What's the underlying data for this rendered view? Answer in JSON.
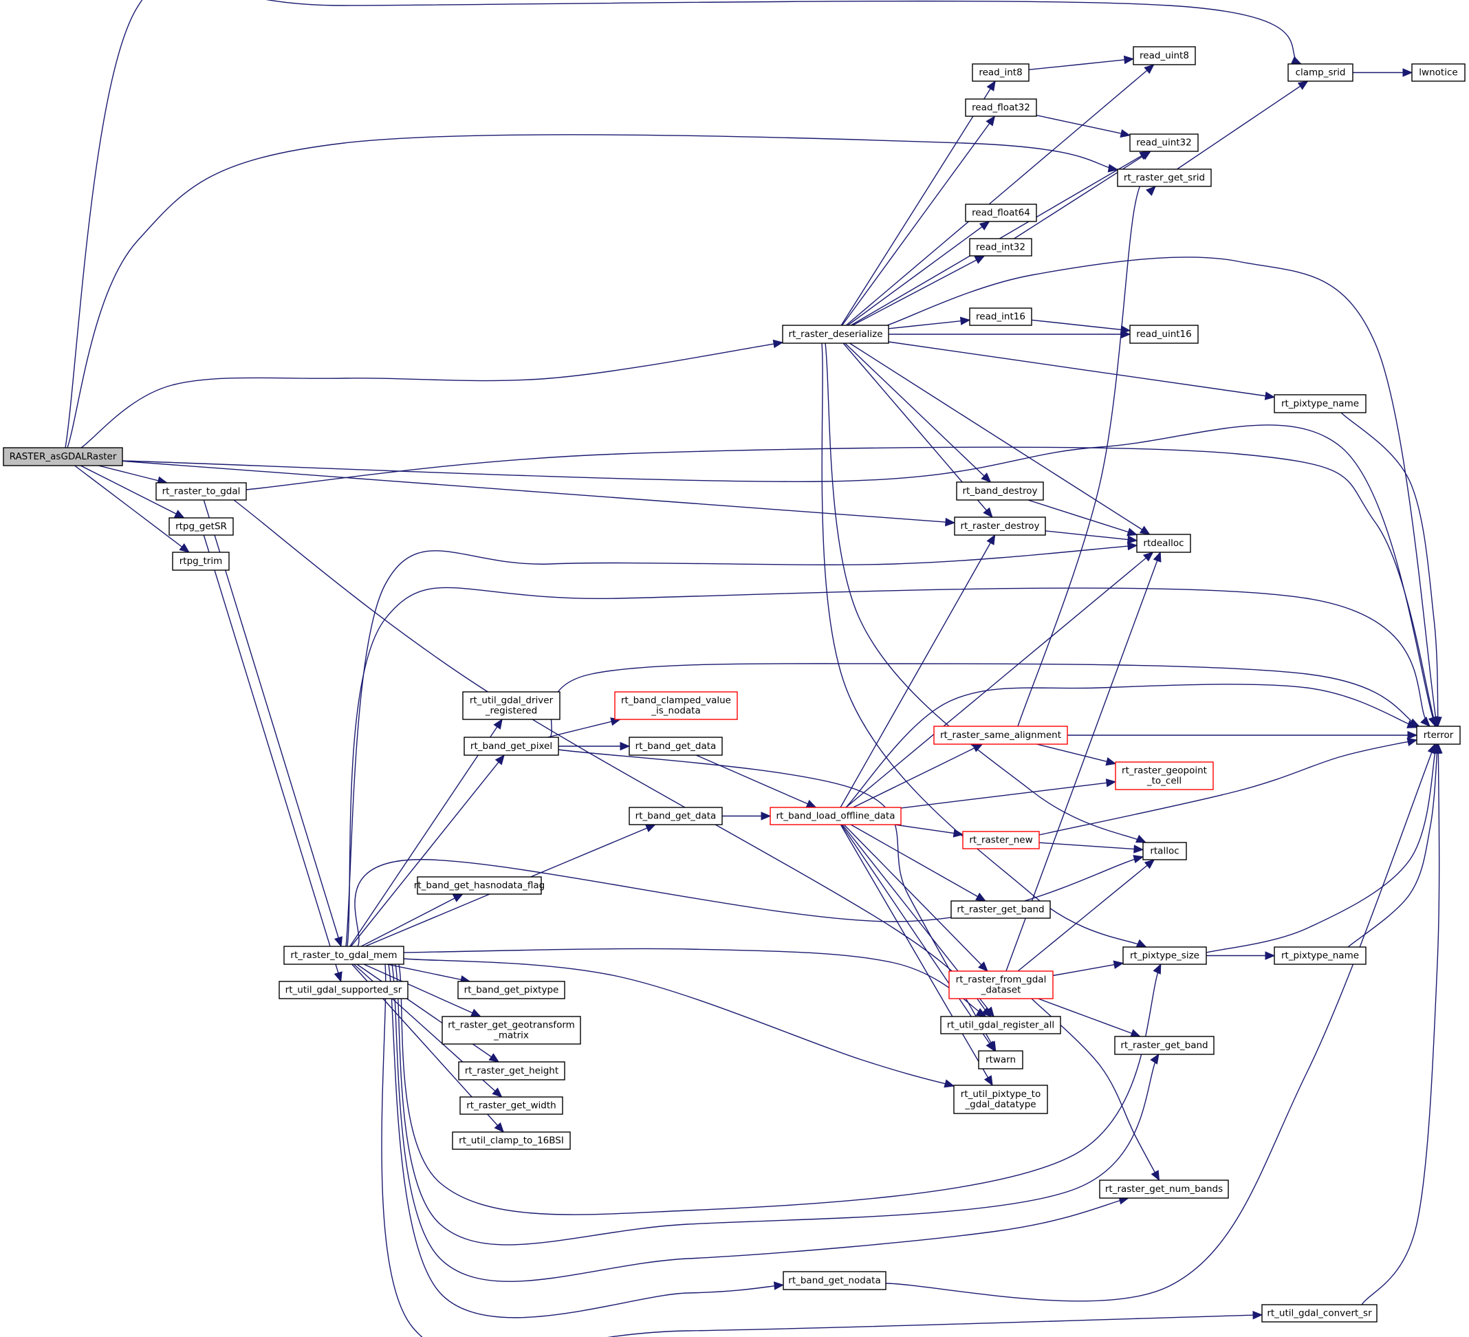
{
  "title": "Call graph for RASTER_asGDALRaster",
  "colors": {
    "edge": "#191970",
    "root_fill": "#bfbfbf",
    "node_border": "#000000",
    "truncated_border": "#ff0000"
  },
  "nodes": [
    {
      "id": "RASTER_asGDALRaster",
      "label": [
        "RASTER_asGDALRaster"
      ],
      "kind": "root"
    },
    {
      "id": "rt_raster_to_gdal",
      "label": [
        "rt_raster_to_gdal"
      ],
      "kind": "normal"
    },
    {
      "id": "rtpg_getSR",
      "label": [
        "rtpg_getSR"
      ],
      "kind": "normal"
    },
    {
      "id": "rtpg_trim",
      "label": [
        "rtpg_trim"
      ],
      "kind": "normal"
    },
    {
      "id": "clamp_srid",
      "label": [
        "clamp_srid"
      ],
      "kind": "normal"
    },
    {
      "id": "lwnotice",
      "label": [
        "lwnotice"
      ],
      "kind": "normal"
    },
    {
      "id": "rt_raster_get_srid",
      "label": [
        "rt_raster_get_srid"
      ],
      "kind": "normal"
    },
    {
      "id": "rt_raster_deserialize",
      "label": [
        "rt_raster_deserialize"
      ],
      "kind": "normal"
    },
    {
      "id": "read_uint8",
      "label": [
        "read_uint8"
      ],
      "kind": "normal"
    },
    {
      "id": "read_int8",
      "label": [
        "read_int8"
      ],
      "kind": "normal"
    },
    {
      "id": "read_float32",
      "label": [
        "read_float32"
      ],
      "kind": "normal"
    },
    {
      "id": "read_uint32",
      "label": [
        "read_uint32"
      ],
      "kind": "normal"
    },
    {
      "id": "read_float64",
      "label": [
        "read_float64"
      ],
      "kind": "normal"
    },
    {
      "id": "read_int32",
      "label": [
        "read_int32"
      ],
      "kind": "normal"
    },
    {
      "id": "read_int16",
      "label": [
        "read_int16"
      ],
      "kind": "normal"
    },
    {
      "id": "read_uint16",
      "label": [
        "read_uint16"
      ],
      "kind": "normal"
    },
    {
      "id": "rt_pixtype_name_top",
      "label": [
        "rt_pixtype_name"
      ],
      "kind": "normal"
    },
    {
      "id": "rt_band_destroy",
      "label": [
        "rt_band_destroy"
      ],
      "kind": "normal"
    },
    {
      "id": "rt_raster_destroy",
      "label": [
        "rt_raster_destroy"
      ],
      "kind": "normal"
    },
    {
      "id": "rtdealloc",
      "label": [
        "rtdealloc"
      ],
      "kind": "normal"
    },
    {
      "id": "rterror",
      "label": [
        "rterror"
      ],
      "kind": "normal"
    },
    {
      "id": "rt_util_gdal_driver_registered",
      "label": [
        "rt_util_gdal_driver",
        "_registered"
      ],
      "kind": "normal"
    },
    {
      "id": "rt_band_clamped_value_is_nodata",
      "label": [
        "rt_band_clamped_value",
        "_is_nodata"
      ],
      "kind": "red"
    },
    {
      "id": "rt_band_get_pixel",
      "label": [
        "rt_band_get_pixel"
      ],
      "kind": "normal"
    },
    {
      "id": "rt_band_get_data_a",
      "label": [
        "rt_band_get_data"
      ],
      "kind": "normal"
    },
    {
      "id": "rt_band_get_data_b",
      "label": [
        "rt_band_get_data"
      ],
      "kind": "normal"
    },
    {
      "id": "rt_band_load_offline_data",
      "label": [
        "rt_band_load_offline_data"
      ],
      "kind": "red"
    },
    {
      "id": "rt_raster_same_alignment",
      "label": [
        "rt_raster_same_alignment"
      ],
      "kind": "red"
    },
    {
      "id": "rt_raster_geopoint_to_cell",
      "label": [
        "rt_raster_geopoint",
        "_to_cell"
      ],
      "kind": "red"
    },
    {
      "id": "rt_raster_new",
      "label": [
        "rt_raster_new"
      ],
      "kind": "red"
    },
    {
      "id": "rtalloc",
      "label": [
        "rtalloc"
      ],
      "kind": "normal"
    },
    {
      "id": "rt_band_get_hasnodata_flag",
      "label": [
        "rt_band_get_hasnodata_flag"
      ],
      "kind": "normal"
    },
    {
      "id": "rt_raster_get_band_a",
      "label": [
        "rt_raster_get_band"
      ],
      "kind": "normal"
    },
    {
      "id": "rt_raster_to_gdal_mem",
      "label": [
        "rt_raster_to_gdal_mem"
      ],
      "kind": "normal"
    },
    {
      "id": "rt_util_gdal_supported_sr",
      "label": [
        "rt_util_gdal_supported_sr"
      ],
      "kind": "normal"
    },
    {
      "id": "rt_band_get_pixtype",
      "label": [
        "rt_band_get_pixtype"
      ],
      "kind": "normal"
    },
    {
      "id": "rt_raster_get_geotransform_matrix",
      "label": [
        "rt_raster_get_geotransform",
        "_matrix"
      ],
      "kind": "normal"
    },
    {
      "id": "rt_raster_get_height",
      "label": [
        "rt_raster_get_height"
      ],
      "kind": "normal"
    },
    {
      "id": "rt_raster_get_width",
      "label": [
        "rt_raster_get_width"
      ],
      "kind": "normal"
    },
    {
      "id": "rt_util_clamp_to_16BSI",
      "label": [
        "rt_util_clamp_to_16BSI"
      ],
      "kind": "normal"
    },
    {
      "id": "rt_raster_from_gdal_dataset",
      "label": [
        "rt_raster_from_gdal",
        "_dataset"
      ],
      "kind": "red"
    },
    {
      "id": "rt_util_gdal_register_all",
      "label": [
        "rt_util_gdal_register_all"
      ],
      "kind": "normal"
    },
    {
      "id": "rtwarn",
      "label": [
        "rtwarn"
      ],
      "kind": "normal"
    },
    {
      "id": "rt_util_pixtype_to_gdal_datatype",
      "label": [
        "rt_util_pixtype_to",
        "_gdal_datatype"
      ],
      "kind": "normal"
    },
    {
      "id": "rt_pixtype_size",
      "label": [
        "rt_pixtype_size"
      ],
      "kind": "normal"
    },
    {
      "id": "rt_pixtype_name_bottom",
      "label": [
        "rt_pixtype_name"
      ],
      "kind": "normal"
    },
    {
      "id": "rt_raster_get_band_b",
      "label": [
        "rt_raster_get_band"
      ],
      "kind": "normal"
    },
    {
      "id": "rt_raster_get_num_bands",
      "label": [
        "rt_raster_get_num_bands"
      ],
      "kind": "normal"
    },
    {
      "id": "rt_band_get_nodata",
      "label": [
        "rt_band_get_nodata"
      ],
      "kind": "normal"
    },
    {
      "id": "rt_util_gdal_convert_sr",
      "label": [
        "rt_util_gdal_convert_sr"
      ],
      "kind": "normal"
    }
  ],
  "edges": [
    [
      "RASTER_asGDALRaster",
      "clamp_srid"
    ],
    [
      "RASTER_asGDALRaster",
      "rt_raster_get_srid"
    ],
    [
      "RASTER_asGDALRaster",
      "rt_raster_deserialize"
    ],
    [
      "RASTER_asGDALRaster",
      "rterror"
    ],
    [
      "RASTER_asGDALRaster",
      "rt_raster_destroy"
    ],
    [
      "RASTER_asGDALRaster",
      "rt_raster_to_gdal"
    ],
    [
      "RASTER_asGDALRaster",
      "rtpg_getSR"
    ],
    [
      "RASTER_asGDALRaster",
      "rtpg_trim"
    ],
    [
      "clamp_srid",
      "lwnotice"
    ],
    [
      "rt_raster_get_srid",
      "clamp_srid"
    ],
    [
      "read_int8",
      "read_uint8"
    ],
    [
      "read_float32",
      "read_uint32"
    ],
    [
      "read_int32",
      "read_uint32"
    ],
    [
      "read_int16",
      "read_uint16"
    ],
    [
      "rt_raster_deserialize",
      "read_uint8"
    ],
    [
      "rt_raster_deserialize",
      "read_int8"
    ],
    [
      "rt_raster_deserialize",
      "read_float32"
    ],
    [
      "rt_raster_deserialize",
      "read_uint32"
    ],
    [
      "rt_raster_deserialize",
      "read_float64"
    ],
    [
      "rt_raster_deserialize",
      "read_int32"
    ],
    [
      "rt_raster_deserialize",
      "read_int16"
    ],
    [
      "rt_raster_deserialize",
      "read_uint16"
    ],
    [
      "rt_raster_deserialize",
      "rterror"
    ],
    [
      "rt_raster_deserialize",
      "rt_pixtype_name_top"
    ],
    [
      "rt_raster_deserialize",
      "rt_band_destroy"
    ],
    [
      "rt_raster_deserialize",
      "rt_raster_destroy"
    ],
    [
      "rt_raster_deserialize",
      "rtdealloc"
    ],
    [
      "rt_raster_deserialize",
      "rtalloc"
    ],
    [
      "rt_raster_deserialize",
      "rt_pixtype_size"
    ],
    [
      "rt_pixtype_name_top",
      "rterror"
    ],
    [
      "rt_band_destroy",
      "rtdealloc"
    ],
    [
      "rt_raster_destroy",
      "rtdealloc"
    ],
    [
      "rt_raster_to_gdal",
      "rterror"
    ],
    [
      "rt_raster_to_gdal",
      "rt_raster_to_gdal_mem"
    ],
    [
      "rt_raster_to_gdal",
      "rt_util_gdal_register_all"
    ],
    [
      "rtpg_getSR",
      "rt_util_gdal_supported_sr"
    ],
    [
      "rt_raster_to_gdal_mem",
      "rtdealloc"
    ],
    [
      "rt_raster_to_gdal_mem",
      "rterror"
    ],
    [
      "rt_raster_to_gdal_mem",
      "rt_util_gdal_driver_registered"
    ],
    [
      "rt_raster_to_gdal_mem",
      "rt_band_get_pixel"
    ],
    [
      "rt_raster_to_gdal_mem",
      "rt_band_get_data_b"
    ],
    [
      "rt_raster_to_gdal_mem",
      "rt_band_get_hasnodata_flag"
    ],
    [
      "rt_raster_to_gdal_mem",
      "rtalloc"
    ],
    [
      "rt_raster_to_gdal_mem",
      "rt_util_gdal_register_all"
    ],
    [
      "rt_raster_to_gdal_mem",
      "rt_util_pixtype_to_gdal_datatype"
    ],
    [
      "rt_raster_to_gdal_mem",
      "rt_band_get_pixtype"
    ],
    [
      "rt_raster_to_gdal_mem",
      "rt_raster_get_geotransform_matrix"
    ],
    [
      "rt_raster_to_gdal_mem",
      "rt_raster_get_height"
    ],
    [
      "rt_raster_to_gdal_mem",
      "rt_raster_get_width"
    ],
    [
      "rt_raster_to_gdal_mem",
      "rt_util_clamp_to_16BSI"
    ],
    [
      "rt_raster_to_gdal_mem",
      "rt_pixtype_size"
    ],
    [
      "rt_raster_to_gdal_mem",
      "rt_raster_get_band_b"
    ],
    [
      "rt_raster_to_gdal_mem",
      "rt_raster_get_num_bands"
    ],
    [
      "rt_raster_to_gdal_mem",
      "rt_band_get_nodata"
    ],
    [
      "rt_raster_to_gdal_mem",
      "rt_util_gdal_convert_sr"
    ],
    [
      "rt_band_get_pixel",
      "rterror"
    ],
    [
      "rt_band_get_pixel",
      "rt_band_clamped_value_is_nodata"
    ],
    [
      "rt_band_get_pixel",
      "rt_band_get_data_a"
    ],
    [
      "rt_band_get_pixel",
      "rtwarn"
    ],
    [
      "rt_band_get_data_a",
      "rt_band_load_offline_data"
    ],
    [
      "rt_band_get_data_b",
      "rt_band_load_offline_data"
    ],
    [
      "rt_band_load_offline_data",
      "rt_raster_destroy"
    ],
    [
      "rt_band_load_offline_data",
      "rtdealloc"
    ],
    [
      "rt_band_load_offline_data",
      "rterror"
    ],
    [
      "rt_band_load_offline_data",
      "rt_raster_same_alignment"
    ],
    [
      "rt_band_load_offline_data",
      "rt_raster_geopoint_to_cell"
    ],
    [
      "rt_band_load_offline_data",
      "rt_raster_new"
    ],
    [
      "rt_band_load_offline_data",
      "rt_raster_get_band_a"
    ],
    [
      "rt_band_load_offline_data",
      "rt_raster_from_gdal_dataset"
    ],
    [
      "rt_band_load_offline_data",
      "rt_util_gdal_register_all"
    ],
    [
      "rt_band_load_offline_data",
      "rtwarn"
    ],
    [
      "rt_band_load_offline_data",
      "rt_util_pixtype_to_gdal_datatype"
    ],
    [
      "rt_raster_same_alignment",
      "rt_raster_get_srid"
    ],
    [
      "rt_raster_same_alignment",
      "rterror"
    ],
    [
      "rt_raster_same_alignment",
      "rt_raster_geopoint_to_cell"
    ],
    [
      "rt_raster_new",
      "rterror"
    ],
    [
      "rt_raster_new",
      "rtalloc"
    ],
    [
      "rt_raster_from_gdal_dataset",
      "rtdealloc"
    ],
    [
      "rt_raster_from_gdal_dataset",
      "rtalloc"
    ],
    [
      "rt_raster_from_gdal_dataset",
      "rt_pixtype_size"
    ],
    [
      "rt_raster_from_gdal_dataset",
      "rt_raster_get_band_b"
    ],
    [
      "rt_raster_from_gdal_dataset",
      "rt_raster_get_num_bands"
    ],
    [
      "rt_pixtype_size",
      "rterror"
    ],
    [
      "rt_pixtype_size",
      "rt_pixtype_name_bottom"
    ],
    [
      "rt_pixtype_name_bottom",
      "rterror"
    ],
    [
      "rt_band_get_nodata",
      "rterror"
    ],
    [
      "rt_util_gdal_convert_sr",
      "rterror"
    ]
  ]
}
